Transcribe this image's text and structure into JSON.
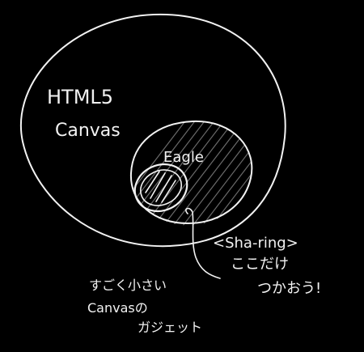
{
  "labels": {
    "outer_line1": "HTML5",
    "outer_line2": "Canvas",
    "inner": "Eagle",
    "sharing_line1": "<Sha-ring>",
    "sharing_line2": "ここだけ",
    "sharing_line3": "つかおう!",
    "bottom_line1": "すごく小さい",
    "bottom_line2": "Canvasの",
    "bottom_line3": "ガジェット"
  },
  "colors": {
    "background": "#000000",
    "ink": "#f2f2f2",
    "shade": "#6a6a6a"
  }
}
